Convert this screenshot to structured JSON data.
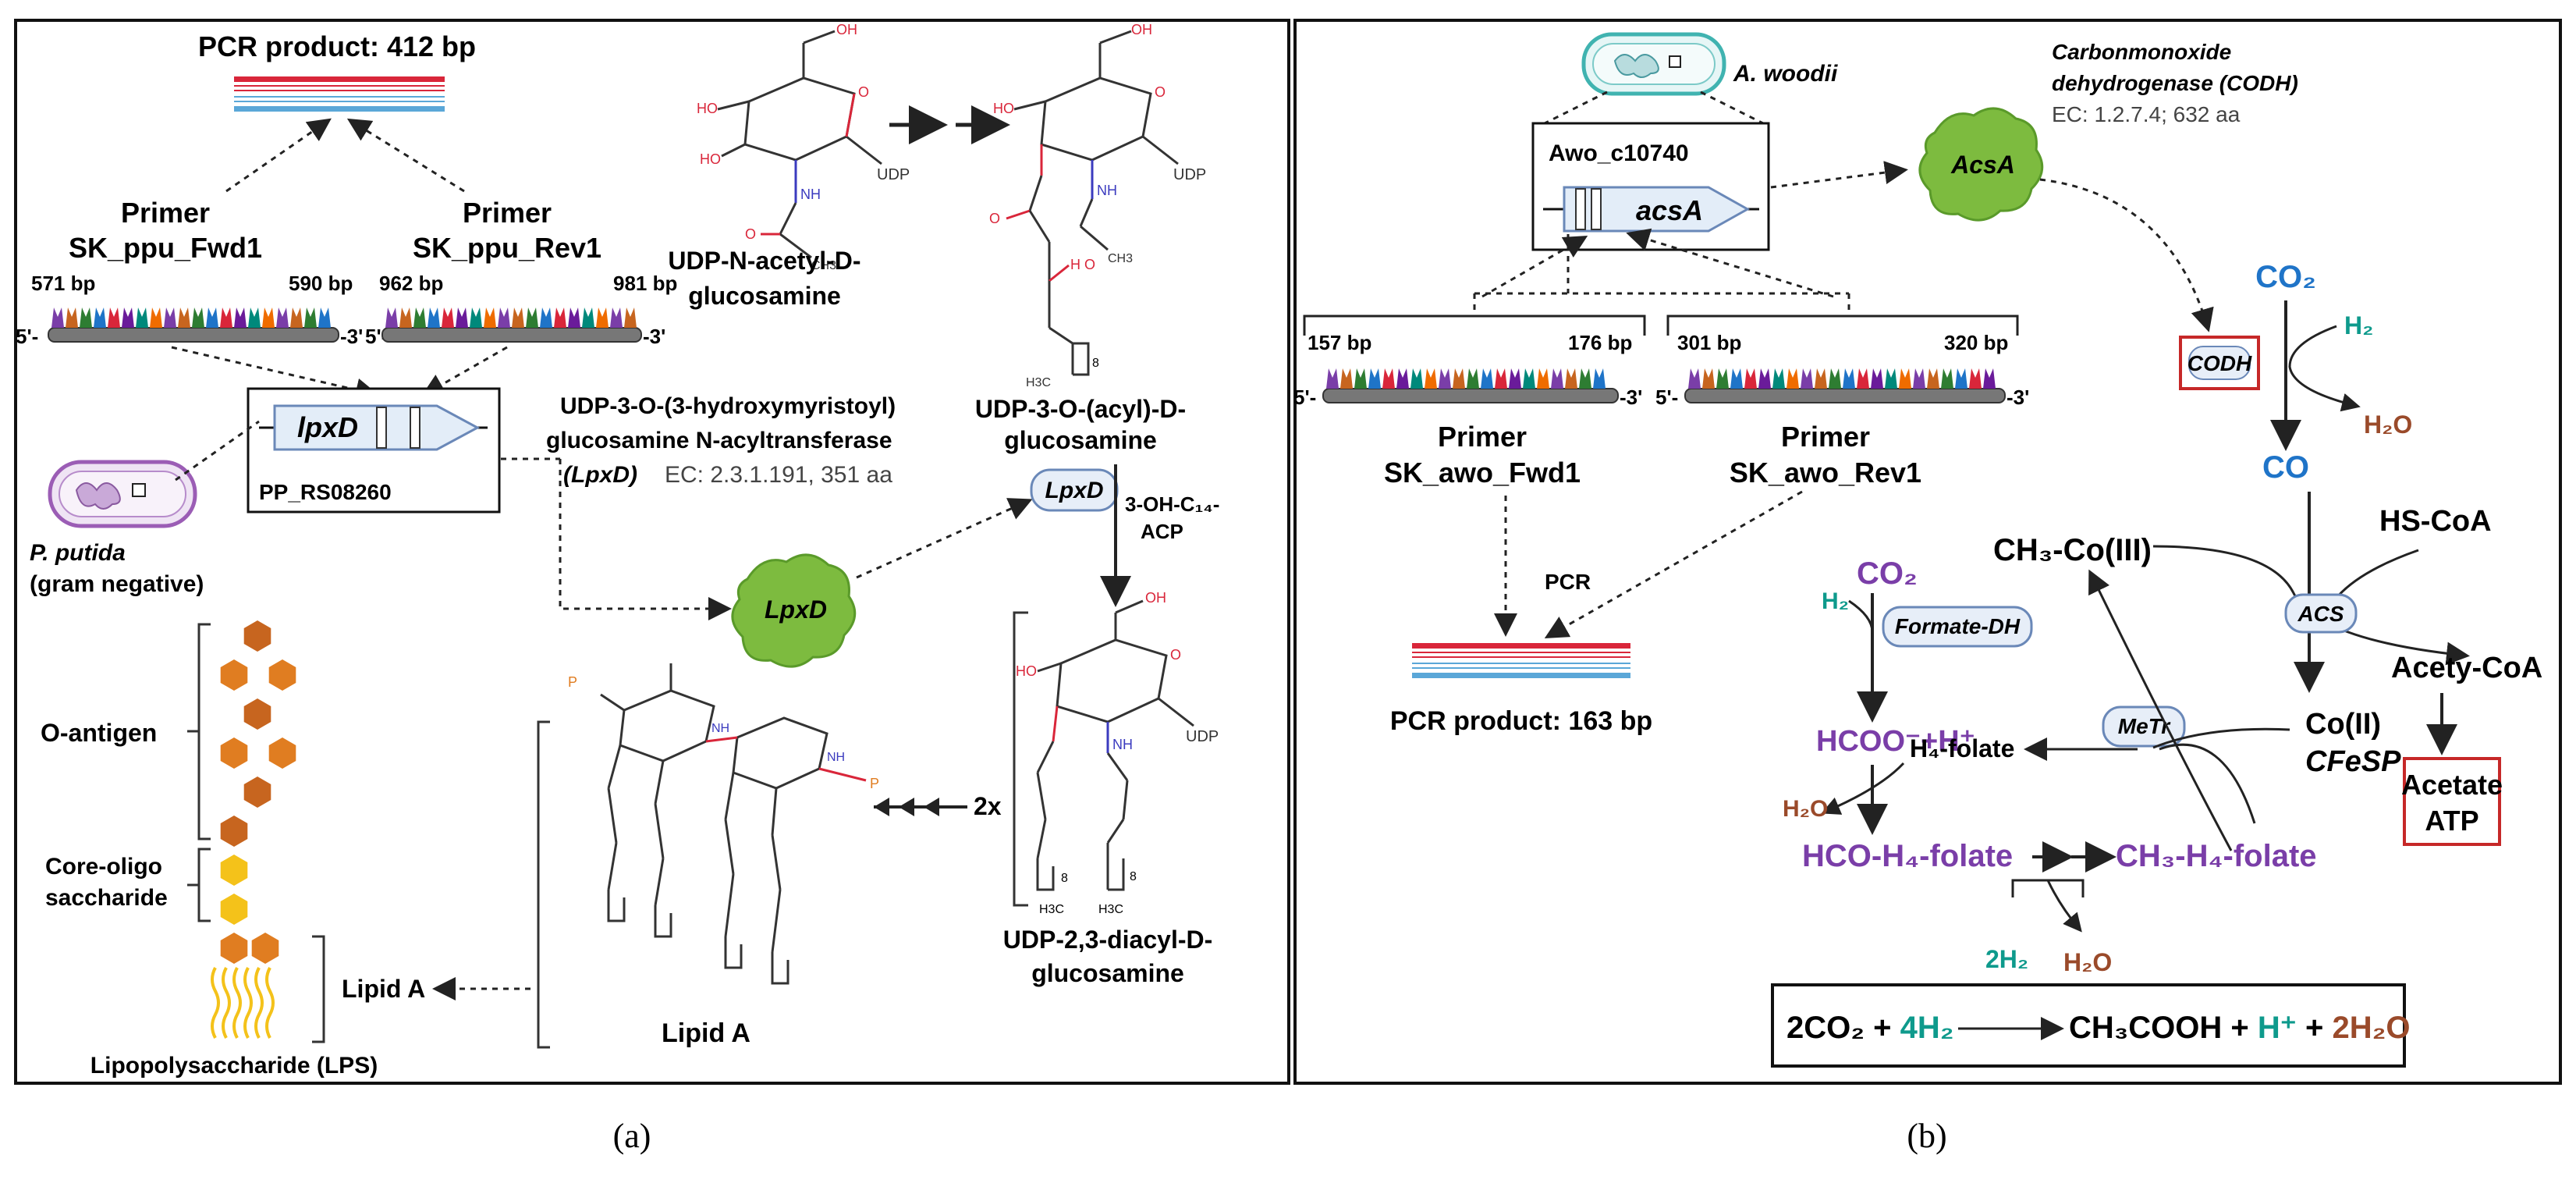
{
  "colors": {
    "primer_red": "#d9263a",
    "primer_blue": "#5aa7d8",
    "co2_blue": "#1f74c8",
    "h2_teal": "#0e9a8c",
    "h2o_brown": "#9a4a2a",
    "purple": "#7a3ea8",
    "orange": "#e07d21",
    "brown_orange": "#c7651f",
    "yellow": "#f4c21a",
    "green": "#7dbb3f",
    "box_red": "#c62828",
    "teal_cell": "#40b3b0",
    "purple_cell": "#9b5db5"
  },
  "panel_a": {
    "pcr_product": "PCR product: 412 bp",
    "primer_fwd": {
      "title": "Primer",
      "name": "SK_ppu_Fwd1",
      "start": "571 bp",
      "end": "590 bp"
    },
    "primer_rev": {
      "title": "Primer",
      "name": "SK_ppu_Rev1",
      "start": "962 bp",
      "end": "981 bp"
    },
    "five_prime": "5'-",
    "three_prime": "-3'",
    "gene": "lpxD",
    "locus": "PP_RS08260",
    "organism": "P. putida",
    "organism_note": "(gram negative)",
    "enzyme_line1": "UDP-3-O-(3-hydroxymyristoyl)",
    "enzyme_line2": "glucosamine N-acyltransferase",
    "enzyme_abbr": "(LpxD)",
    "enzyme_ec": "EC: 2.3.1.191, 351 aa",
    "protein": "LpxD",
    "substrate1_line1": "UDP-N-acetyl-D-",
    "substrate1_line2": "glucosamine",
    "substrate2_line1": "UDP-3-O-(acyl)-D-",
    "substrate2_line2": "glucosamine",
    "cofactor_line1": "3-OH-C₁₄-",
    "cofactor_line2": "ACP",
    "enzyme_chip": "LpxD",
    "product_line1": "UDP-2,3-diacyl-D-",
    "product_line2": "glucosamine",
    "two_x": "2x",
    "lipid_a_label": "Lipid A",
    "lps_lipid_a": "Lipid A",
    "o_antigen": "O-antigen",
    "core_line1": "Core-oligo",
    "core_line2": "saccharide",
    "lps": "Lipopolysaccharide (LPS)",
    "udp": "UDP",
    "caption": "(a)"
  },
  "panel_b": {
    "organism": "A. woodii",
    "locus": "Awo_c10740",
    "gene": "acsA",
    "codh_line1": "Carbonmonoxide",
    "codh_line2": "dehydrogenase (CODH)",
    "codh_ec": "EC: 1.2.7.4; 632 aa",
    "protein": "AcsA",
    "primer_fwd": {
      "title": "Primer",
      "name": "SK_awo_Fwd1",
      "start": "157 bp",
      "end": "176 bp"
    },
    "primer_rev": {
      "title": "Primer",
      "name": "SK_awo_Rev1",
      "start": "301 bp",
      "end": "320 bp"
    },
    "five_prime": "5'-",
    "three_prime": "-3'",
    "pcr": "PCR",
    "pcr_product": "PCR product: 163 bp",
    "co2": "CO₂",
    "h2": "H₂",
    "codh_box": "CODH",
    "h2o": "H₂O",
    "co": "CO",
    "hscoa": "HS-CoA",
    "ch3_co3": "CH₃-Co(III)",
    "acs": "ACS",
    "acetyl_coa": "Acety-CoA",
    "acetate_line1": "Acetate",
    "acetate_line2": "ATP",
    "formate_h2": "H₂",
    "formate_co2": "CO₂",
    "formate_dh": "Formate-DH",
    "hcoo": "HCOO⁻+H⁺",
    "metr": "MeTr",
    "co2_cfesp_line1": "Co(II)",
    "co2_cfesp_line2": "CFeSP",
    "h4folate": "H₄-folate",
    "h2o_left": "H₂O",
    "hco_folate": "HCO-H₄-folate",
    "ch3_folate": "CH₃-H₄-folate",
    "two_h2": "2H₂",
    "h2o_bottom": "H₂O",
    "eq_left": "2CO₂ + ",
    "eq_4h2": "4H₂",
    "eq_right": "CH₃COOH + ",
    "eq_h": "H⁺",
    "eq_plus": " + ",
    "eq_2h2o": "2H₂O",
    "caption": "(b)"
  }
}
